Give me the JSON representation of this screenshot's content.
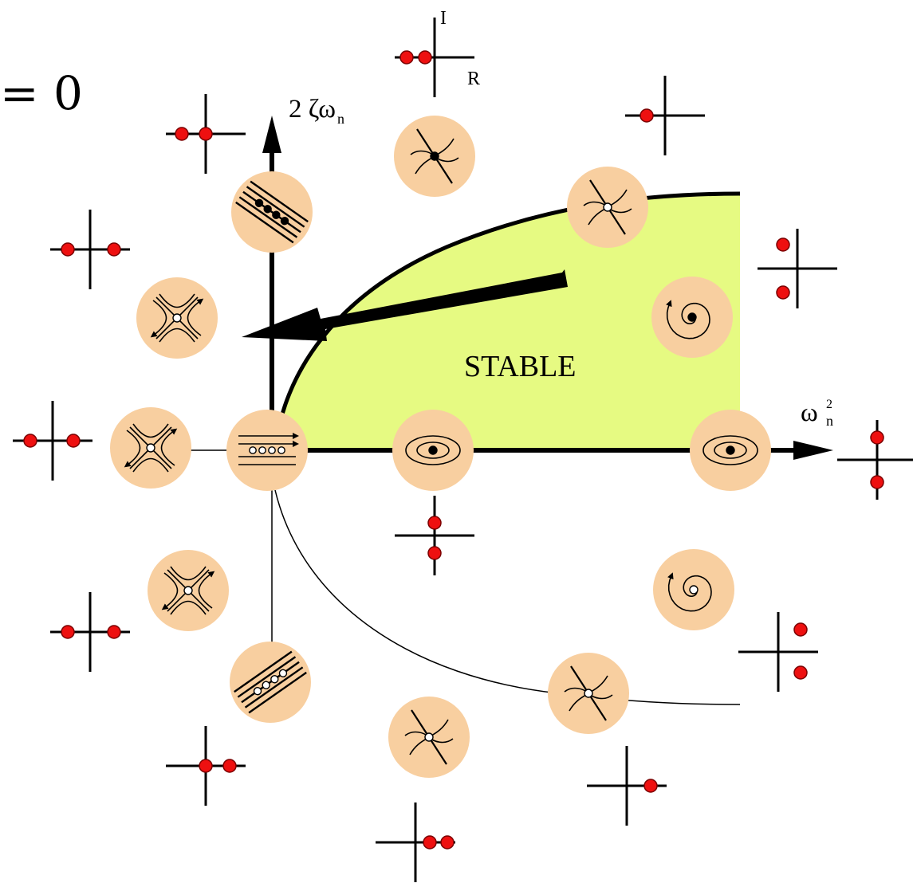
{
  "equation_fragment": "= 0",
  "axes": {
    "y_label": "2 ζω",
    "y_label_sub": "n",
    "x_label": "ω",
    "x_label_sub": "n",
    "x_label_sup": "2"
  },
  "region_label": "STABLE",
  "legend_axes": {
    "imag": "I",
    "real": "R"
  },
  "colors": {
    "stable_fill": "#e6fa82",
    "node_fill": "#f8cfa0",
    "pole": "#ee1010",
    "axis": "#000000"
  },
  "portraits": [
    "saddle-upper-left",
    "degenerate-node-stable-line",
    "stable-node-upper",
    "stable-node-boundary",
    "stable-focus",
    "saddle-left",
    "degenerate-line-origin",
    "center-axis-mid",
    "center-axis-right",
    "unstable-focus",
    "unstable-node-boundary",
    "unstable-node-lower",
    "degenerate-node-unstable-line",
    "saddle-lower-left"
  ],
  "pole_diagrams": [
    "real-left-double-top",
    "real-left-pair",
    "real-straddle-upper",
    "real-straddle-left",
    "real-straddle-lower",
    "real-left-pair-lower",
    "real-right-pair-bottom",
    "real-right-single",
    "imag-pair-center",
    "imag-pair-axis-right",
    "complex-left",
    "complex-right",
    "real-left-single"
  ]
}
